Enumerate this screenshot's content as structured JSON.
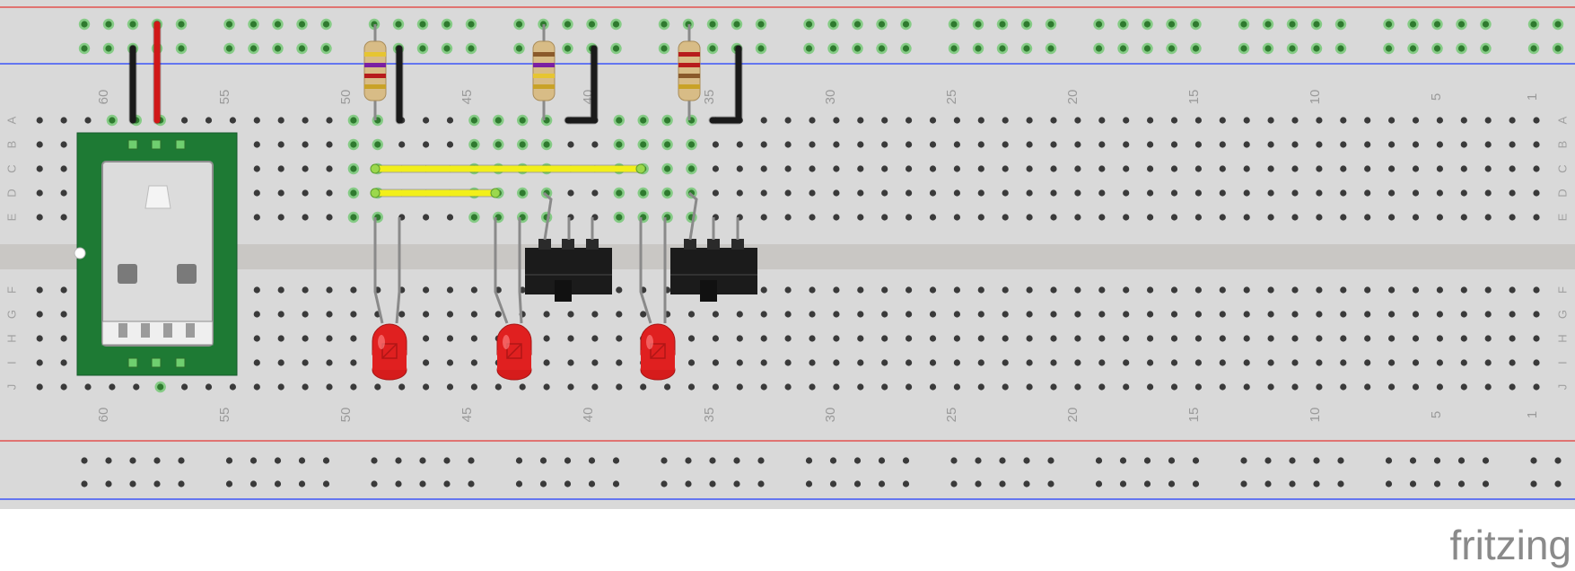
{
  "title": "",
  "brand": {
    "logo_text": "fritzing"
  },
  "breadboard": {
    "column_labels_top": [
      "60",
      "55",
      "50",
      "45",
      "40",
      "35",
      "30",
      "25",
      "20",
      "15",
      "10",
      "5",
      "1"
    ],
    "column_labels_bottom": [
      "60",
      "55",
      "50",
      "45",
      "40",
      "35",
      "30",
      "25",
      "20",
      "15",
      "10",
      "5",
      "1"
    ],
    "row_labels_top": [
      "A",
      "B",
      "C",
      "D",
      "E"
    ],
    "row_labels_bottom": [
      "F",
      "G",
      "H",
      "I",
      "J"
    ]
  },
  "colors": {
    "board": "#d9d9d9",
    "hole": "#3a3a3a",
    "hole_connected": "#3fbf3f",
    "rail_red": "#e53935",
    "rail_blue": "#1e3cff",
    "wire_black": "#1a1a1a",
    "wire_red": "#d01818",
    "wire_yellow": "#f2ef1a",
    "usb_board": "#1e7a34",
    "led_red": "#e02020",
    "switch_body": "#1b1b1b"
  },
  "components": {
    "usb_breakout": {
      "kind": "USB-A connector breakout",
      "count": 1
    },
    "resistors": [
      "resistor-1",
      "resistor-2",
      "resistor-3"
    ],
    "slide_switches": [
      "switch-1",
      "switch-2"
    ],
    "leds": [
      "led-1",
      "led-2",
      "led-3"
    ],
    "wires": {
      "black": 4,
      "red": 1,
      "yellow": 2
    }
  }
}
